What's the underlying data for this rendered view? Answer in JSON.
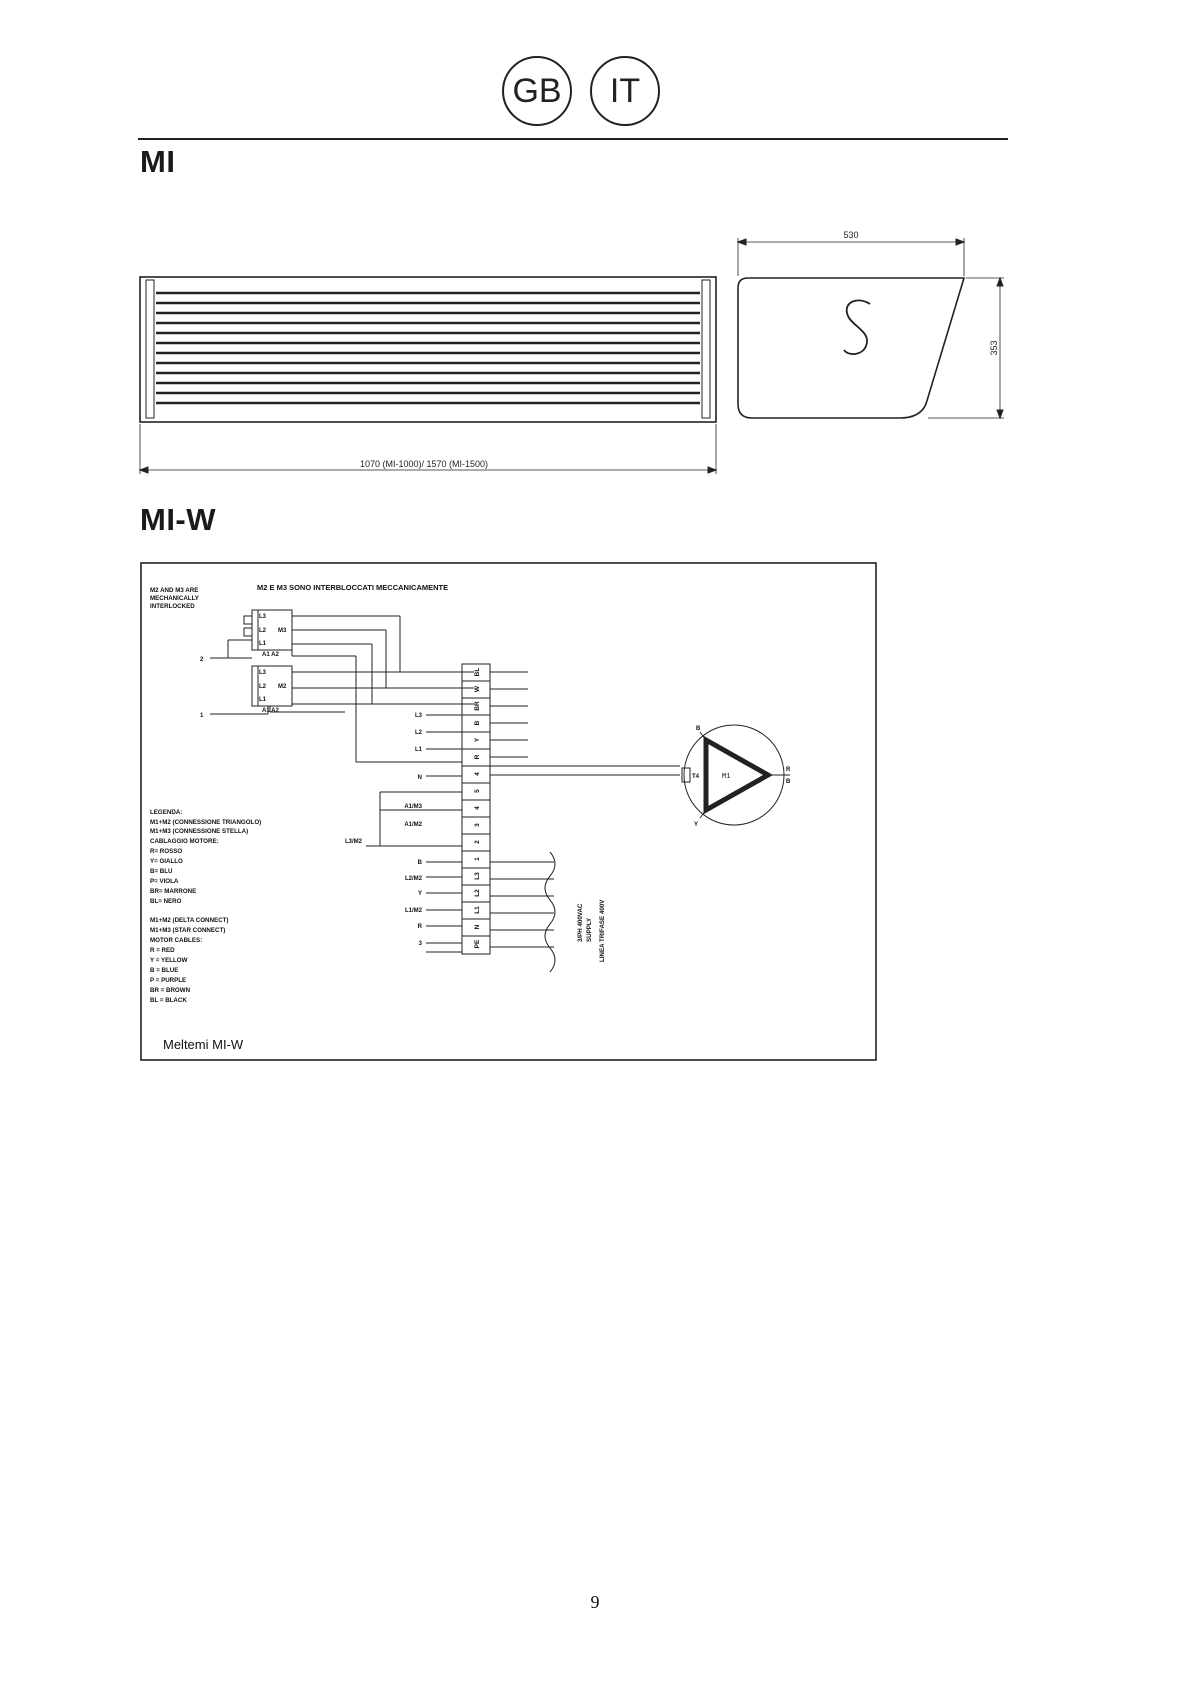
{
  "header": {
    "lang_badges": [
      "GB",
      "IT"
    ]
  },
  "mi_section": {
    "title": "MI",
    "dim_length": "1070 (MI-1000)/ 1570 (MI-1500)",
    "dim_depth": "530",
    "dim_height": "353"
  },
  "miw_section": {
    "title": "MI-W",
    "diagram": {
      "note_en": [
        "M2 AND M3 ARE",
        "MECHANICALLY",
        "INTERLOCKED"
      ],
      "note_it": "M2 E M3 SONO INTERBLOCCATI MECCANICAMENTE",
      "contactor_top": {
        "name": "M3",
        "poles": [
          "L3",
          "L2",
          "L1"
        ],
        "coil": "A1 A2"
      },
      "contactor_bottom": {
        "name": "M2",
        "poles": [
          "L3",
          "L2",
          "L1"
        ],
        "coil": "A1 A2"
      },
      "input_labels": [
        "2",
        "1"
      ],
      "terminal_block": [
        "BL",
        "W",
        "BR",
        "B",
        "Y",
        "R",
        "4",
        "5",
        "4",
        "3",
        "2",
        "1",
        "L3",
        "L2",
        "L1",
        "N",
        "PE"
      ],
      "motor_wire_labels": [
        "BL",
        "W",
        "BR",
        "B",
        "Y",
        "R"
      ],
      "left_wire_labels": [
        "L3",
        "L2",
        "L1",
        "N",
        "A1/M3",
        "A1/M2",
        "L3/M2",
        "B",
        "L2/M2",
        "Y",
        "L1/M2",
        "R",
        "3"
      ],
      "motor": {
        "name": "M1",
        "thermal": "T4",
        "wire_labels": [
          "B",
          "R",
          "B",
          "Y"
        ]
      },
      "legend_it": [
        "LEGENDA:",
        "M1+M2 (CONNESSIONE TRIANGOLO)",
        "M1+M3 (CONNESSIONE STELLA)",
        "CABLAGGIO MOTORE:",
        "R= ROSSO",
        "Y= GIALLO",
        "B= BLU",
        "P= VIOLA",
        "BR= MARRONE",
        "BL= NERO"
      ],
      "legend_en": [
        "M1+M2 (DELTA CONNECT)",
        "M1+M3 (STAR CONNECT)",
        "MOTOR CABLES:",
        "R = RED",
        "Y = YELLOW",
        "B = BLUE",
        "P = PURPLE",
        "BR = BROWN",
        "BL = BLACK"
      ],
      "supply_labels": [
        "3/PH 400VAC",
        "SUPPLY",
        "LINEA TRIFASE 400V"
      ],
      "caption": "Meltemi MI-W"
    }
  },
  "footer": {
    "page_number": "9"
  }
}
